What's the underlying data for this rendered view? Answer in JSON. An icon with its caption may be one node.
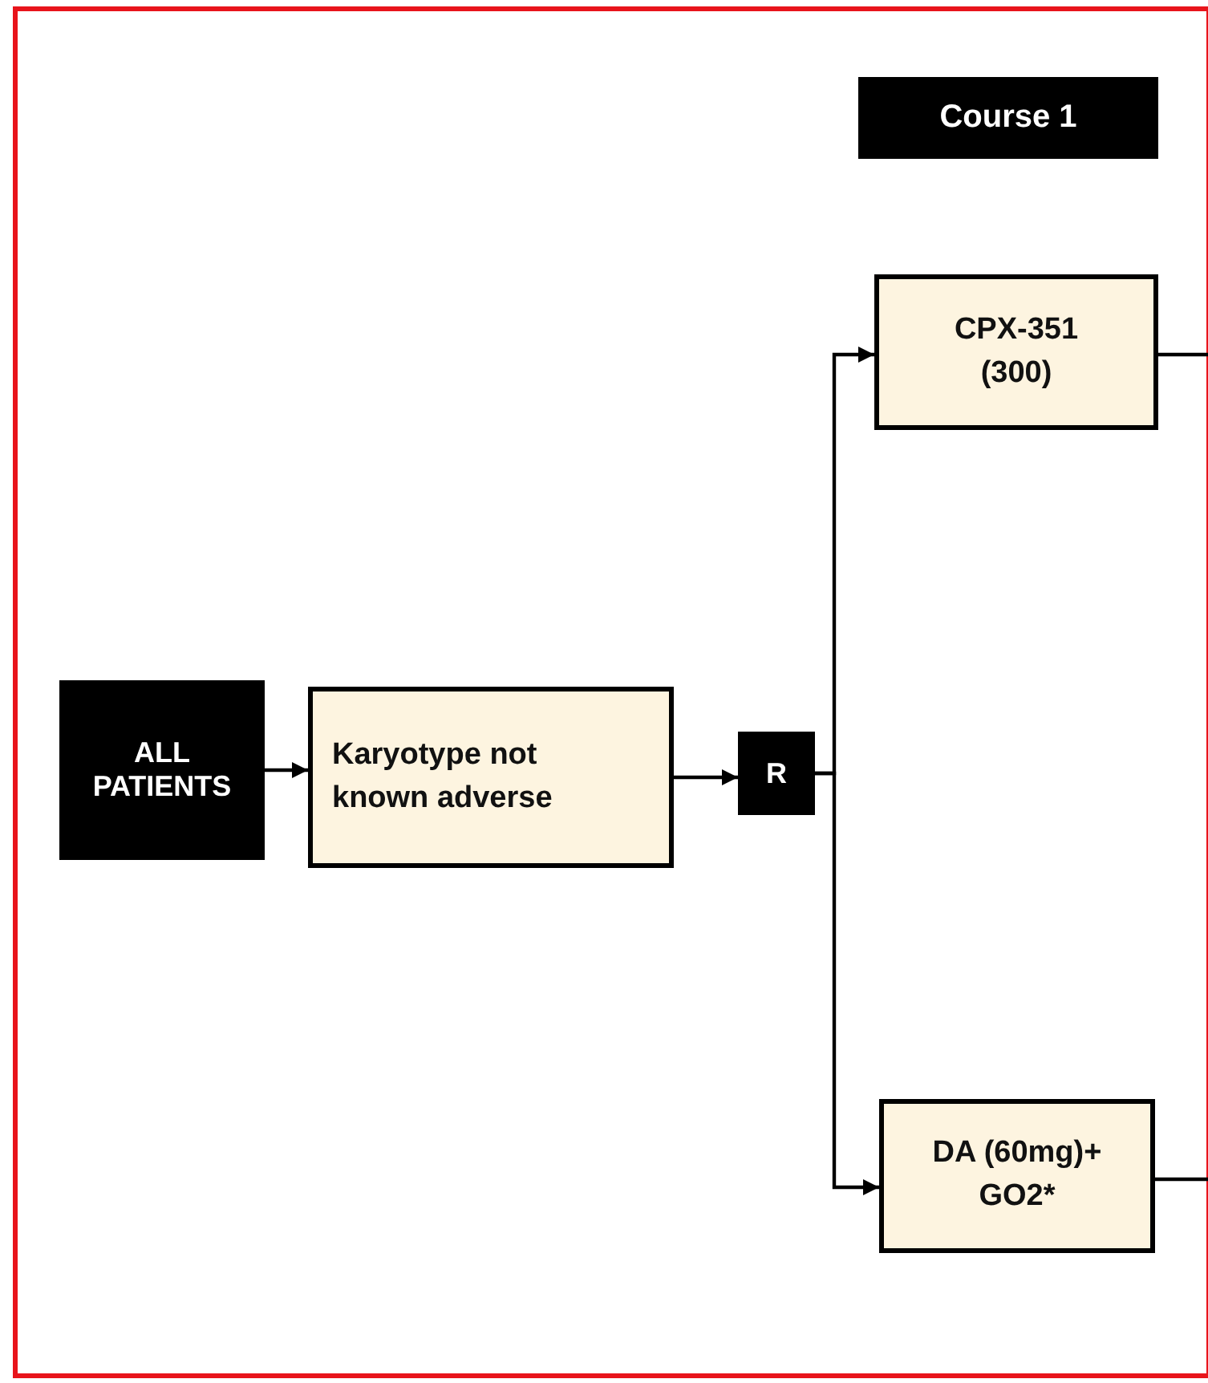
{
  "diagram": {
    "nodes": [
      {
        "text": [
          "Course 1"
        ]
      },
      {
        "text": [
          "ALL PATIENTS"
        ]
      },
      {
        "text": [
          "Karyotype not known adverse"
        ]
      },
      {
        "text": [
          "R"
        ]
      },
      {
        "text": [
          "CPX-351 (300)"
        ]
      },
      {
        "text": [
          "DA (60mg)+ GO2*"
        ]
      }
    ],
    "edges": [
      {
        "from": 1,
        "to": 2,
        "arrow": "to"
      },
      {
        "from": 2,
        "to": 3,
        "arrow": "to"
      },
      {
        "from": 3,
        "to": 4,
        "arrow": "to"
      },
      {
        "from": 3,
        "to": 5,
        "arrow": "to"
      },
      {
        "from": 4,
        "to": null,
        "arrow": "none"
      },
      {
        "from": 5,
        "to": null,
        "arrow": "none"
      }
    ]
  }
}
